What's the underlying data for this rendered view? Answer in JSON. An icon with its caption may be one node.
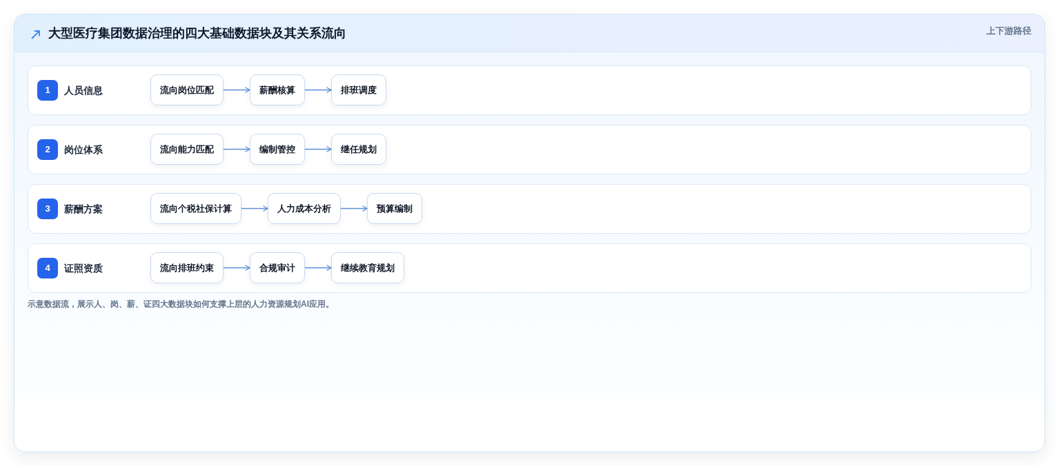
{
  "diagram": {
    "title": "大型医疗集团数据治理的四大基础数据块及其关系流向",
    "caption": "示意数据流，展示人、岗、薪、证四大数据块如何支撑上层的人力资源规划AI应用。",
    "nodes": [
      {
        "text": [
          "人员信息"
        ]
      },
      {
        "text": [
          "1"
        ],
        "in": 0
      },
      {
        "text": [
          "流向岗位匹配"
        ],
        "in": 0
      },
      {
        "text": [
          "薪酬核算"
        ],
        "in": 0
      },
      {
        "text": [
          "排班调度"
        ],
        "in": 0
      },
      {
        "text": [
          "岗位体系"
        ]
      },
      {
        "text": [
          "2"
        ],
        "in": 5
      },
      {
        "text": [
          "流向能力匹配"
        ],
        "in": 5
      },
      {
        "text": [
          "编制管控"
        ],
        "in": 5
      },
      {
        "text": [
          "继任规划"
        ],
        "in": 5
      },
      {
        "text": [
          "薪酬方案"
        ]
      },
      {
        "text": [
          "3"
        ],
        "in": 10
      },
      {
        "text": [
          "流向个税社保计算"
        ],
        "in": 10
      },
      {
        "text": [
          "人力成本分析"
        ],
        "in": 10
      },
      {
        "text": [
          "预算编制"
        ],
        "in": 10
      },
      {
        "text": [
          "证照资质"
        ]
      },
      {
        "text": [
          "4"
        ],
        "in": 15
      },
      {
        "text": [
          "流向排班约束"
        ],
        "in": 15
      },
      {
        "text": [
          "合规审计"
        ],
        "in": 15
      },
      {
        "text": [
          "继续教育规划"
        ],
        "in": 15
      }
    ],
    "edges": [
      {
        "from": 2,
        "to": 3,
        "arrow": "to"
      },
      {
        "from": 3,
        "to": 4,
        "arrow": "to"
      },
      {
        "from": 7,
        "to": 8,
        "arrow": "to"
      },
      {
        "from": 8,
        "to": 9,
        "arrow": "to"
      },
      {
        "from": 12,
        "to": 13,
        "arrow": "to"
      },
      {
        "from": 13,
        "to": 14,
        "arrow": "to"
      },
      {
        "from": 17,
        "to": 18,
        "arrow": "to"
      },
      {
        "from": 18,
        "to": 19,
        "arrow": "to"
      }
    ],
    "labels": [
      "上下游路径"
    ]
  }
}
